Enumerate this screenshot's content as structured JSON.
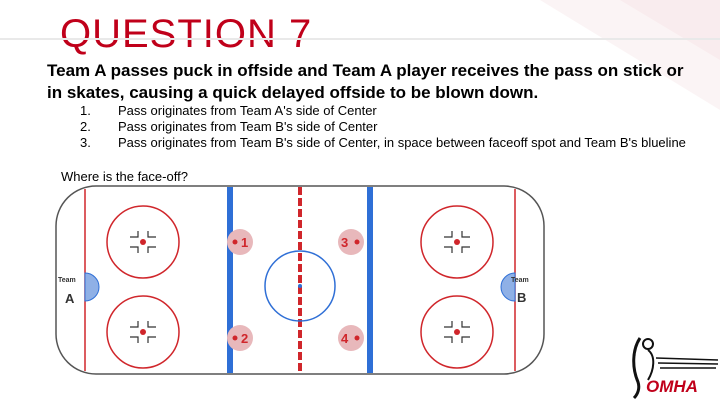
{
  "slide": {
    "title": "QUESTION 7",
    "question": "Team A passes puck in offside and Team A player receives the pass on stick or in skates, causing a quick delayed offside to be blown down.",
    "options": [
      {
        "num": "1.",
        "text": "Pass originates from Team A's side of Center"
      },
      {
        "num": "2.",
        "text": "Pass originates from Team B's side of Center"
      },
      {
        "num": "3.",
        "text": "Pass originates from Team B's side of Center, in space between faceoff spot and Team B's blueline"
      }
    ],
    "prompt": "Where is the face-off?"
  },
  "rink": {
    "team_left_label": "Team",
    "team_left_letter": "A",
    "team_right_label": "Team",
    "team_right_letter": "B",
    "spots": [
      "1",
      "2",
      "3",
      "4"
    ]
  },
  "logo": {
    "text": "OMHA"
  },
  "colors": {
    "title": "#c0001a",
    "red_line": "#d0262b",
    "blue_line": "#2f6fd6",
    "crease": "#8fb0e6"
  }
}
